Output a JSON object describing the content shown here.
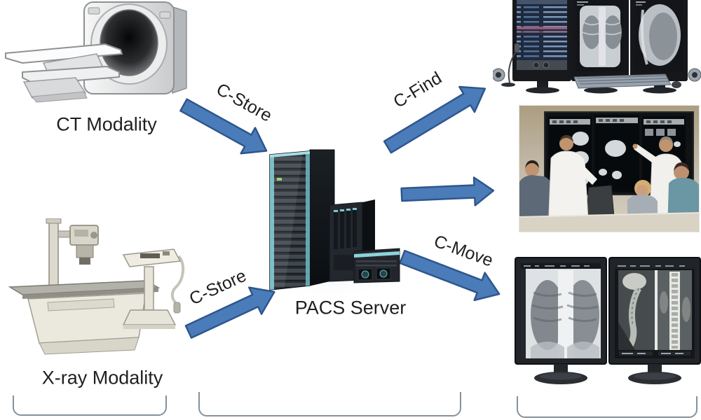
{
  "diagram": {
    "nodes": {
      "ct_modality": {
        "label": "CT Modality",
        "illustration": "ct-scanner"
      },
      "xray_modality": {
        "label": "X-ray Modality",
        "illustration": "xray-machine-with-console"
      },
      "pacs_server": {
        "label": "PACS Server",
        "illustration": "server-rack-with-towers"
      },
      "reading_workstation": {
        "illustration": "three-monitor-radiology-workstation"
      },
      "review_session": {
        "illustration": "clinicians-reviewing-wall-displays"
      },
      "diagnostic_displays": {
        "illustration": "dual-xray-diagnostic-monitors"
      }
    },
    "connections": {
      "ct_store": {
        "label": "C-Store",
        "from": "ct_modality",
        "to": "pacs_server"
      },
      "xray_store": {
        "label": "C-Store",
        "from": "xray_modality",
        "to": "pacs_server"
      },
      "find": {
        "label": "C-Find",
        "from": "pacs_server",
        "to": "reading_workstation"
      },
      "review": {
        "label": "",
        "from": "pacs_server",
        "to": "review_session"
      },
      "move": {
        "label": "C-Move",
        "from": "pacs_server",
        "to": "diagnostic_displays"
      }
    }
  },
  "colors": {
    "background": "#ffffff",
    "arrow_fill": "#4a7cba",
    "arrow_outline": "#2f568c",
    "bracket": "#83929e",
    "label_text": "#1f1f1f"
  }
}
